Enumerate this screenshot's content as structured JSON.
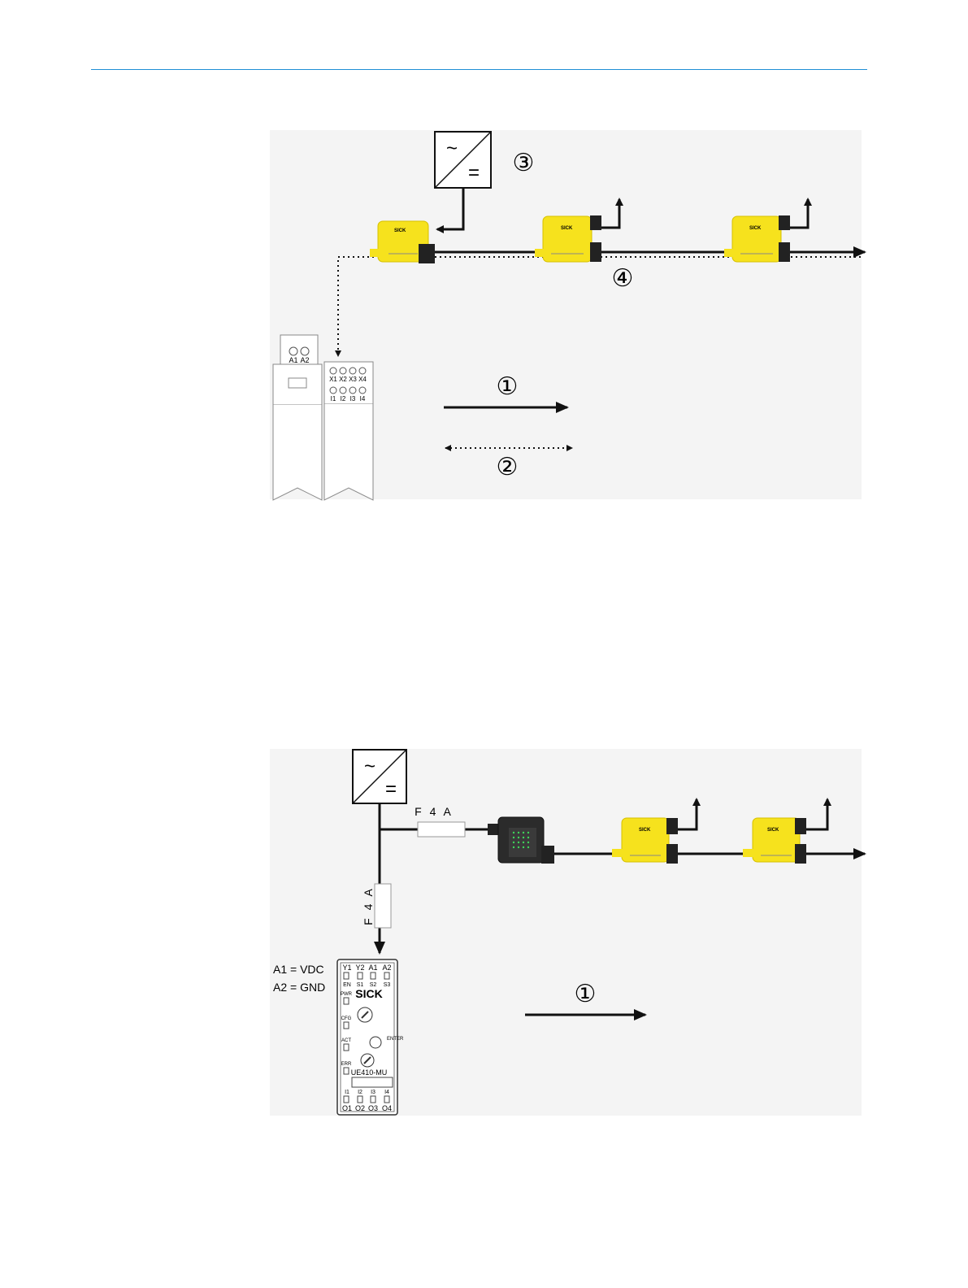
{
  "figure_top": {
    "callouts": {
      "c1": "①",
      "c2": "②",
      "c3": "③",
      "c4": "④"
    },
    "power_supply_symbols": {
      "ac": "~",
      "dc": "="
    },
    "relay_module": {
      "terminals_top": [
        "A1",
        "A2"
      ],
      "label_strip": [
        "A1",
        "A2"
      ]
    },
    "io_module": {
      "terminals_top": [
        "X1",
        "X2",
        "X3",
        "X4"
      ],
      "terminals_bottom": [
        "I1",
        "I2",
        "I3",
        "I4"
      ]
    },
    "device_brand": "SICK"
  },
  "figure_bottom": {
    "callouts": {
      "c1": "①"
    },
    "power_supply_symbols": {
      "ac": "~",
      "dc": "="
    },
    "fuse_horizontal": "F 4 A",
    "fuse_vertical": "F 4 A",
    "legend": {
      "a1": "A1 = VDC",
      "a2": "A2 = GND"
    },
    "controller": {
      "brand": "SICK",
      "terminals_top": [
        "Y1",
        "Y2",
        "A1",
        "A2"
      ],
      "row2": [
        "EN",
        "S1",
        "S2",
        "S3"
      ],
      "side_labels": [
        "PWR",
        "CFG",
        "ACT",
        "ERR"
      ],
      "terminals_bottom_labels": [
        "I1",
        "I2",
        "I3",
        "I4"
      ],
      "terminals_bottom": [
        "O1",
        "O2",
        "O3",
        "O4"
      ],
      "mid_text": [
        "ENTER",
        "UE410-MU"
      ]
    },
    "device_brand": "SICK"
  }
}
